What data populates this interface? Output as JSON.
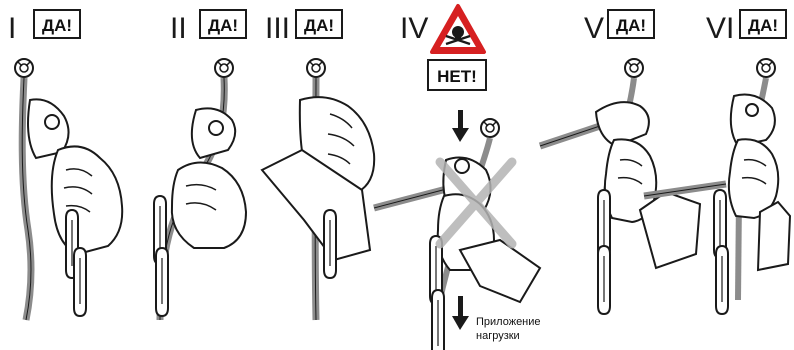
{
  "panels": [
    {
      "numeral": "I",
      "verdict": "ДА!"
    },
    {
      "numeral": "II",
      "verdict": "ДА!"
    },
    {
      "numeral": "III",
      "verdict": "ДА!"
    },
    {
      "numeral": "IV",
      "verdict": "НЕТ!"
    },
    {
      "numeral": "V",
      "verdict": "ДА!"
    },
    {
      "numeral": "VI",
      "verdict": "ДА!"
    }
  ],
  "load_caption": [
    "Приложение",
    "нагрузки"
  ],
  "colors": {
    "outline": "#1a1a1a",
    "rope": "#8c8c8c",
    "cross": "#b3b3b3",
    "warning_red": "#d62021"
  },
  "icons": [
    "anchor-ring-icon",
    "skull-crossbones-warning-icon",
    "down-arrow-icon",
    "cross-out-icon"
  ]
}
